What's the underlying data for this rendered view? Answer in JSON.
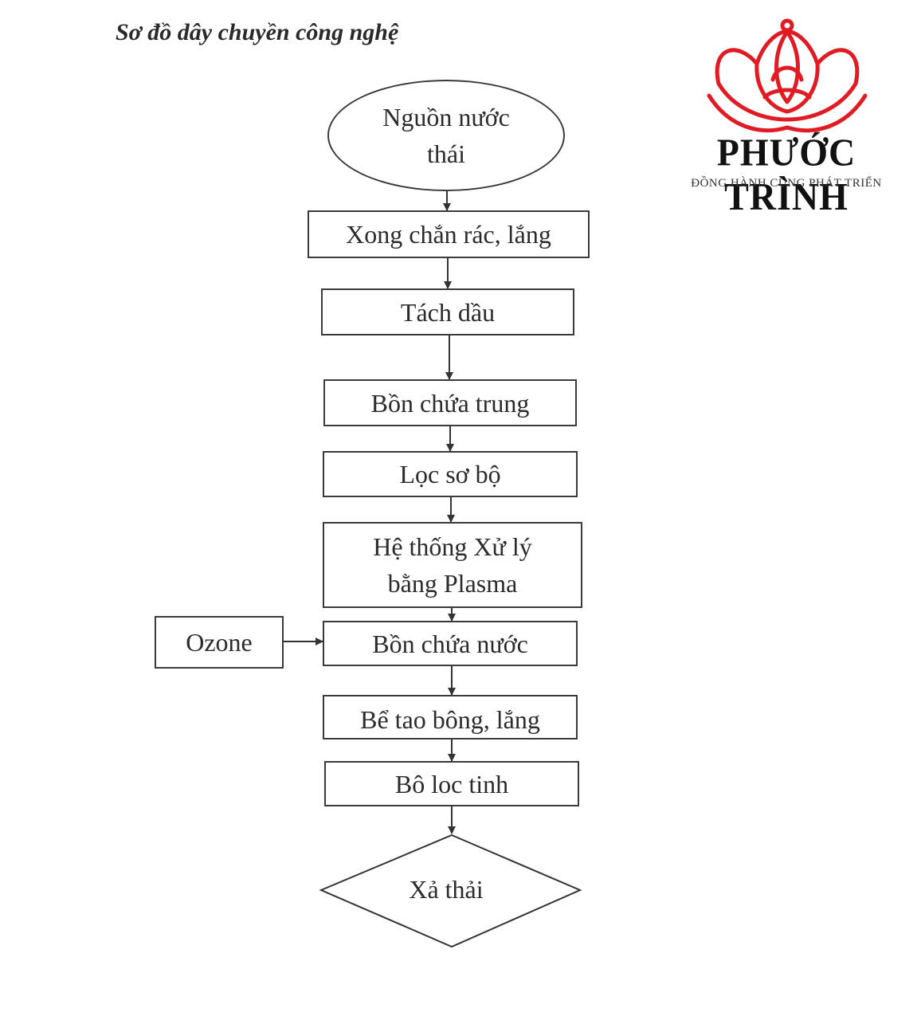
{
  "title": "Sơ đồ dây chuyền công nghệ",
  "logo": {
    "brand": "PHƯỚC TRÌNH",
    "tagline": "ĐỒNG HÀNH CÙNG PHÁT TRIỂN",
    "color": "#e01b24"
  },
  "diagram": {
    "source": {
      "line1": "Nguồn nước",
      "line2": "thái"
    },
    "steps": {
      "screen": "Xong chắn rác, lắng",
      "oil": "Tách dầu",
      "equalize": "Bồn chứa trung",
      "prefilter": "Lọc sơ bộ",
      "plasma_line1": "Hệ thống Xử lý",
      "plasma_line2": "bằng Plasma",
      "water_tank": "Bồn chứa nước",
      "flocculation": "Bể tao bông, lắng",
      "fine_filter": "Bô loc tinh"
    },
    "ozone": "Ozone",
    "discharge": "Xả thải"
  }
}
